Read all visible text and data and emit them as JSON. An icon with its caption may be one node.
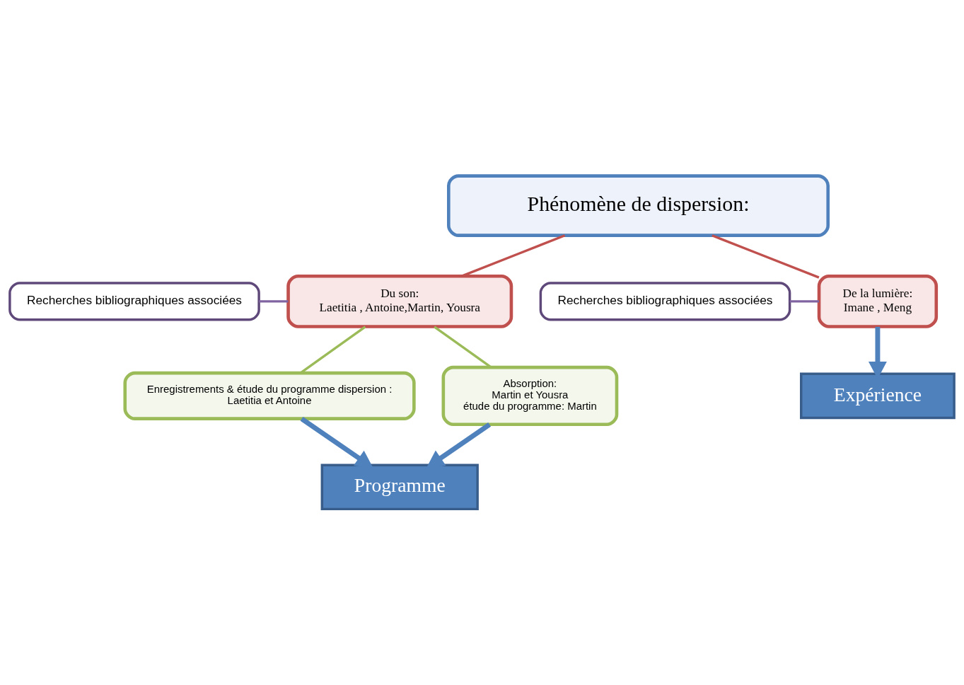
{
  "diagram": {
    "nodes": [
      {
        "text": [
          "Phénomène de dispersion:"
        ]
      },
      {
        "text": [
          "Recherches bibliographiques associées"
        ]
      },
      {
        "text": [
          "Du son:",
          "Laetitia , Antoine,Martin, Yousra"
        ]
      },
      {
        "text": [
          "De la lumière:",
          "Imane , Meng"
        ]
      },
      {
        "text": [
          "Recherches bibliographiques associées"
        ]
      },
      {
        "text": [
          "Enregistrements & étude du programme dispersion :",
          "Laetitia et Antoine"
        ]
      },
      {
        "text": [
          "Absorption:",
          "Martin et Yousra",
          "étude du programme: Martin"
        ]
      },
      {
        "text": [
          "Programme"
        ]
      },
      {
        "text": [
          "Expérience"
        ]
      }
    ],
    "edges": [
      {
        "from": 0,
        "to": 2,
        "arrow": "none",
        "color": "#c0504d"
      },
      {
        "from": 0,
        "to": 3,
        "arrow": "none",
        "color": "#c0504d"
      },
      {
        "from": 1,
        "to": 2,
        "arrow": "none",
        "color": "#8064a2"
      },
      {
        "from": 4,
        "to": 3,
        "arrow": "none",
        "color": "#8064a2"
      },
      {
        "from": 2,
        "to": 5,
        "arrow": "none",
        "color": "#9bbb59"
      },
      {
        "from": 2,
        "to": 6,
        "arrow": "none",
        "color": "#9bbb59"
      },
      {
        "from": 5,
        "to": 7,
        "arrow": "to",
        "style": "thick",
        "color": "#4f81bd"
      },
      {
        "from": 6,
        "to": 7,
        "arrow": "to",
        "style": "thick",
        "color": "#4f81bd"
      },
      {
        "from": 3,
        "to": 8,
        "arrow": "to",
        "style": "thick",
        "color": "#4f81bd"
      }
    ]
  }
}
